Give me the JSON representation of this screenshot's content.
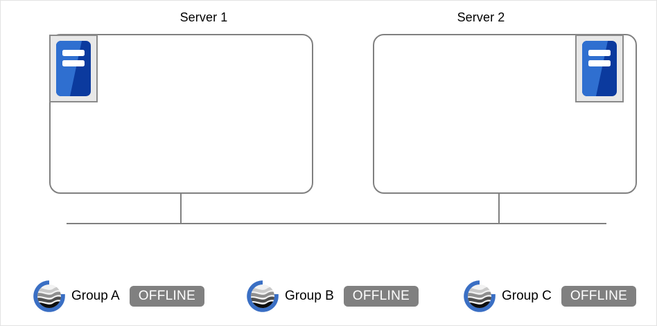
{
  "page": {
    "background_color": "#ffffff",
    "border_color": "#e2e2e2"
  },
  "diagram": {
    "type": "network-topology",
    "servers": [
      {
        "id": "server-1",
        "title": "Server 1",
        "icon": "server-icon",
        "icon_position": "top-left"
      },
      {
        "id": "server-2",
        "title": "Server 2",
        "icon": "server-icon",
        "icon_position": "top-right"
      }
    ],
    "bus": {
      "name": "network-bus-line",
      "color": "#808080"
    },
    "colors": {
      "box_border": "#808080",
      "connector": "#808080",
      "icon_blue_light": "#2f6fd0",
      "icon_blue_dark": "#0b3a9e",
      "icon_frame_fill": "#e8e8e8",
      "icon_frame_border": "#8a8a8a",
      "logo_blue": "#3a6fc4",
      "badge_gray": "#808080",
      "badge_text": "#ffffff"
    }
  },
  "groups": [
    {
      "logo": "gluster-g-logo",
      "label": "Group A",
      "status": "OFFLINE"
    },
    {
      "logo": "gluster-g-logo",
      "label": "Group B",
      "status": "OFFLINE"
    },
    {
      "logo": "gluster-g-logo",
      "label": "Group C",
      "status": "OFFLINE"
    }
  ]
}
